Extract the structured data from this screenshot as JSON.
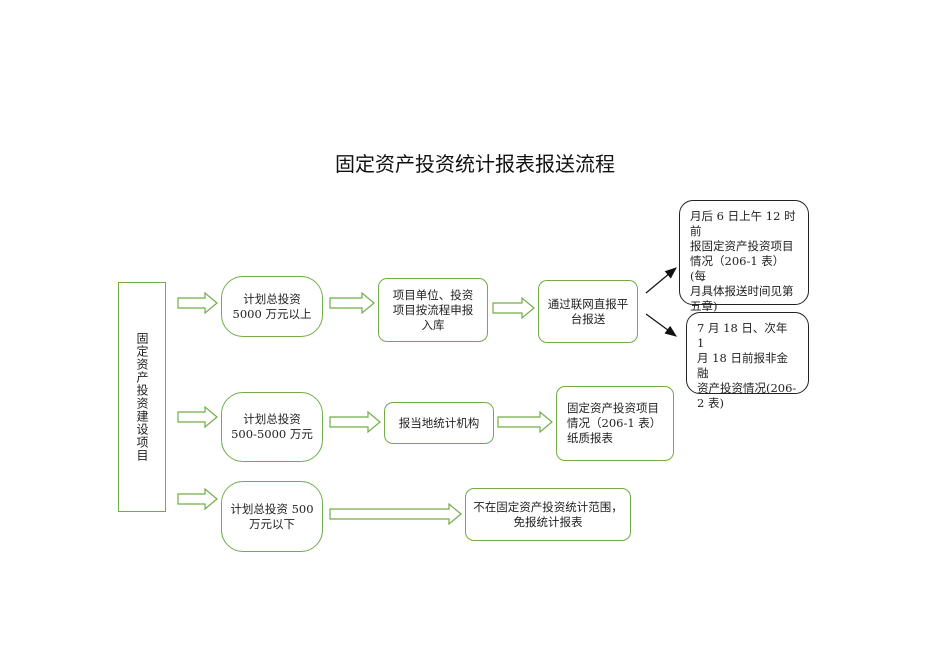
{
  "title": "固定资产投资统计报表报送流程",
  "nodes": {
    "root": "固定资产投资建设项目",
    "over5000": "计划总投资\n5000 万元以上",
    "mid": "计划总投资\n500-5000 万元",
    "under500": "计划总投资 500\n万元以下",
    "unit_report": "项目单位、投资\n项目按流程申报\n入库",
    "online": "通过联网直报平\n台报送",
    "form2061": "月后 6 日上午 12 时前\n报固定资产投资项目\n情况（206-1 表）(每\n月具体报送时间见第\n五章)",
    "form2062": "7 月 18 日、次年 1\n月 18 日前报非金融\n资产投资情况(206-\n2 表)",
    "local": "报当地统计机构",
    "paper": "固定资产投资项目\n情况（206-1 表）\n纸质报表",
    "exempt": "不在固定资产投资统计范围，\n免报统计报表"
  }
}
